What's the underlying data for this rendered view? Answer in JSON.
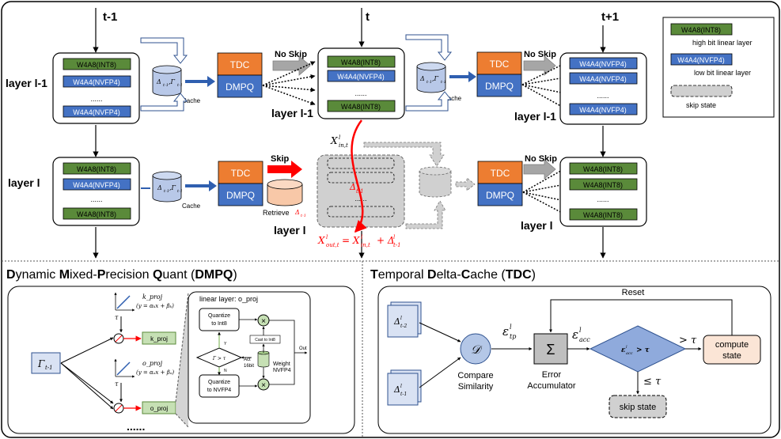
{
  "colors": {
    "green": "#5a8a3a",
    "blue": "#4472c4",
    "orange": "#ed7d31",
    "red": "#ff0000",
    "gray": "#d0d0d0",
    "cache": "#b8c8e8",
    "retrieve": "#f8c8a8",
    "compute": "#fbe5d6"
  },
  "time": {
    "prev": "t-1",
    "curr": "t",
    "next": "t+1"
  },
  "layers": {
    "l1": "layer l-1",
    "l": "layer l"
  },
  "blocks": {
    "int8": "W4A8(INT8)",
    "nvfp4": "W4A4(NVFP4)",
    "dots": "......",
    "tdc": "TDC",
    "dmpq": "DMPQ",
    "cache": "Cache",
    "no_skip": "No Skip",
    "skip": "Skip",
    "retrieve": "Retrieve"
  },
  "legend": {
    "int8": "W4A8(INT8)",
    "int8_desc": "high bit linear layer",
    "nvfp4": "W4A4(NVFP4)",
    "nvfp4_desc": "low bit linear layer",
    "skip_desc": "skip state"
  },
  "math": {
    "delta": "Δ",
    "gamma": "Γ",
    "x_in": "X",
    "x_out_eq": "= X",
    "plus_delta": "+ Δ"
  },
  "dmpq": {
    "title_D": "D",
    "title_1": "ynamic ",
    "title_M": "M",
    "title_2": "ixed-",
    "title_P": "P",
    "title_3": "recision ",
    "title_Q": "Q",
    "title_4": "uant (",
    "title_abbr": "DMPQ",
    "title_5": ")",
    "gamma_in": "Γ",
    "k_proj_label": "k_proj",
    "k_proj_eq": "(y = αₖx + βₖ)",
    "o_proj_label": "o_proj",
    "o_proj_eq": "(y = αₒx + βₒ)",
    "tau_k": "τ",
    "tau_o": "τ",
    "k_proj_box": "k_proj",
    "o_proj_box": "o_proj",
    "inner_title": "linear layer: o_proj",
    "quant_int8": "Quantize to Int8",
    "quant_nvfp4": "Quantize to NVFP4",
    "cond": "Γ > τ",
    "yes": "Y",
    "no": "N",
    "act": "Act",
    "act_bits": "16bit",
    "cast": "Cast to Int8",
    "weight": "Weight",
    "weight2": "NVFP4",
    "out": "Out",
    "more": "......"
  },
  "tdc": {
    "title_T": "T",
    "title_1": "emporal ",
    "title_D": "D",
    "title_2": "elta-",
    "title_C": "C",
    "title_3": "ache (",
    "title_abbr": "TDC",
    "title_4": ")",
    "reset": "Reset",
    "compare": "Compare",
    "similarity": "Similarity",
    "d_symbol": "𝒟",
    "eps_tp": "ε",
    "sum": "Σ",
    "eps_acc": "ε",
    "error": "Error",
    "accumulator": "Accumulator",
    "cond": "ε > τ",
    "gt_tau": "> τ",
    "le_tau": "≤ τ",
    "compute1": "compute",
    "compute2": "state",
    "skip": "skip state"
  }
}
